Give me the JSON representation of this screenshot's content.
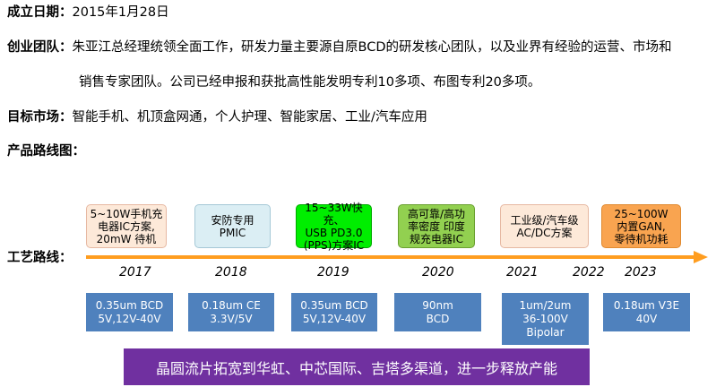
{
  "founded": {
    "label": "成立日期：",
    "value": "2015年1月28日"
  },
  "team": {
    "label": "创业团队：",
    "line1": "朱亚江总经理统领全面工作，研发力量主要源自原BCD的研发核心团队，以及业界有经验的运营、市场和",
    "line2": "销售专家团队。公司已经申报和获批高性能发明专利10多项、布图专利20多项。"
  },
  "market": {
    "label": "目标市场：",
    "value": "智能手机、机顶盒网通，个人护理、智能家居、工业/汽车应用"
  },
  "roadmap_title": "产品路线图：",
  "process_title": "工艺路线：",
  "stages": [
    {
      "text": "5~10W手机充\n电器IC方案,\n20mW 待机",
      "color": "#fde9d9"
    },
    {
      "text": "安防专用\nPMIC",
      "color": "#dbeef4"
    },
    {
      "text": "15~33W快充、\nUSB PD3.0\n(PPS)方案IC",
      "color": "#00ee00"
    },
    {
      "text": "高可靠/高功\n率密度 印度\n规充电器IC",
      "color": "#92d050"
    },
    {
      "text": "工业级/汽车级\nAC/DC方案",
      "color": "#fde9d9"
    },
    {
      "text": "25~100W\n内置GAN,\n零待机功耗",
      "color": "#f9a450"
    }
  ],
  "years": [
    "2017",
    "2018",
    "2019",
    "2020",
    "2021",
    "2022",
    "2023"
  ],
  "processes": [
    "0.35um BCD\n5V,12V-40V",
    "0.18um CE\n3.3V/5V",
    "0.35um BCD\n5V,12V-40V",
    "90nm\nBCD",
    "1um/2um\n36-100V\nBipolar",
    "0.18um V3E\n40V"
  ],
  "banner": "晶圆流片拓宽到华虹、中芯国际、吉塔多渠道，进一步释放产能",
  "colors": {
    "arrow": "#ff9d1f",
    "process_box": "#4f81bd",
    "banner": "#7030a0"
  }
}
